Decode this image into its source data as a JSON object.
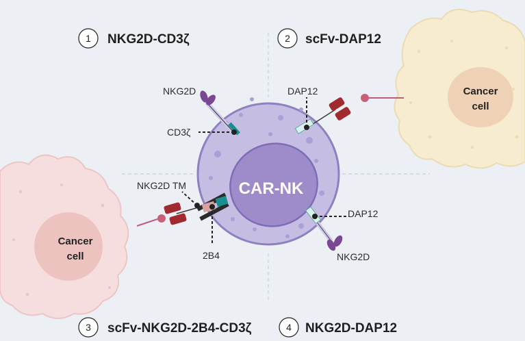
{
  "panels": [
    {
      "number": "1",
      "title": "NKG2D-CD3ζ"
    },
    {
      "number": "2",
      "title": "scFv-DAP12"
    },
    {
      "number": "3",
      "title": "scFv-NKG2D-2B4-CD3ζ"
    },
    {
      "number": "4",
      "title": "NKG2D-DAP12"
    }
  ],
  "cell": {
    "label": "CAR-NK"
  },
  "cancer_cells": [
    {
      "line1": "Cancer",
      "line2": "cell"
    },
    {
      "line1": "Cancer",
      "line2": "cell"
    }
  ],
  "labels": {
    "p1_receptor": "NKG2D",
    "p1_signal": "CD3ζ",
    "p2_signal": "DAP12",
    "p3_tm": "NKG2D TM",
    "p3_costim": "2B4",
    "p4_signal": "DAP12",
    "p4_receptor": "NKG2D"
  },
  "colors": {
    "nk_outer": "#c6bde3",
    "nk_nucleus": "#9d8cc9",
    "cancer_right": "#f7ecd0",
    "cancer_left": "#f7dede",
    "scfv": "#a12a2e",
    "nkg2d": "#7b4793",
    "cd3z": "#1a8f8f"
  }
}
